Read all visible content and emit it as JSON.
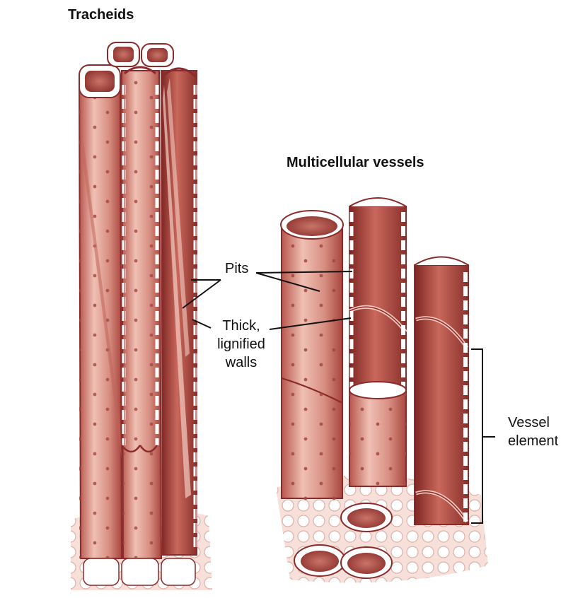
{
  "titles": {
    "tracheids": "Tracheids",
    "vessels": "Multicellular vessels"
  },
  "labels": {
    "pits": "Pits",
    "walls_line1": "Thick,",
    "walls_line2": "lignified",
    "walls_line3": "walls",
    "vessel_line1": "Vessel",
    "vessel_line2": "element"
  },
  "colors": {
    "cell_light": "#e9b0a3",
    "cell_mid": "#cf7f72",
    "cell_dark": "#9c3b36",
    "wall_outline": "#8a2a2a",
    "background_tissue": "#f2d3cc"
  }
}
